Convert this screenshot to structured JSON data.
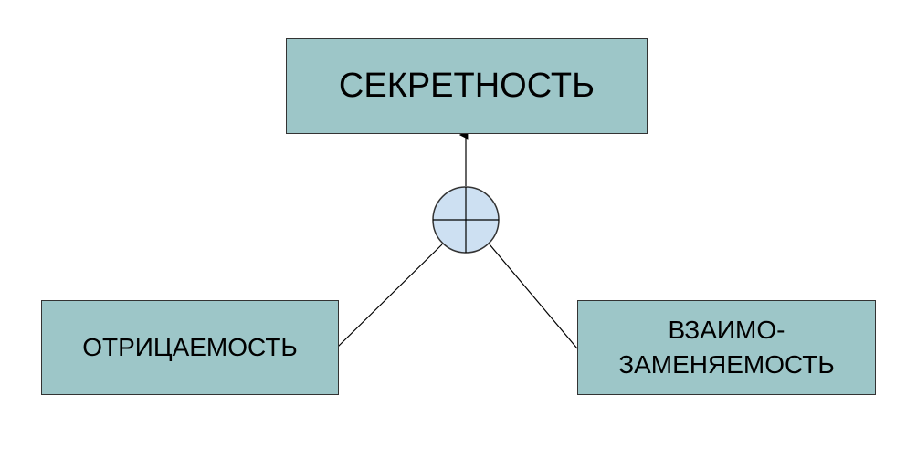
{
  "top": {
    "label": "СЕКРЕТНОСТЬ"
  },
  "left": {
    "label": "ОТРИЦАЕМОСТЬ"
  },
  "right": {
    "line1": "ВЗАИМО-",
    "line2": "ЗАМЕНЯЕМОСТЬ"
  },
  "colors": {
    "box": "#9dc6c8",
    "node": "#cde0f2"
  }
}
